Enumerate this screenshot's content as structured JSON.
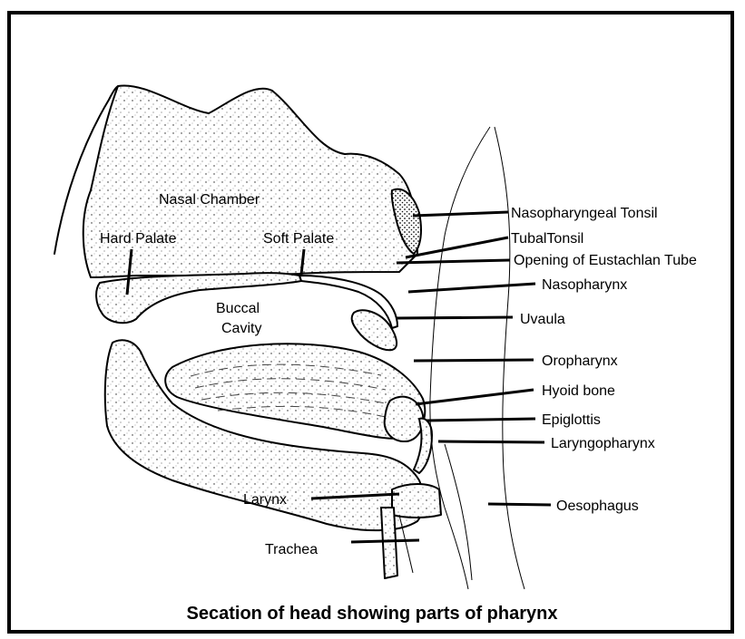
{
  "labels": {
    "nasal_chamber": "Nasal Chamber",
    "hard_palate": "Hard Palate",
    "soft_palate": "Soft Palate",
    "buccal": "Buccal",
    "cavity": "Cavity",
    "larynx": "Larynx",
    "trachea": "Trachea",
    "nasopharyngeal_tonsil": "Nasopharyngeal Tonsil",
    "tubal_tonsil": "TubalTonsil",
    "opening_eustachian": "Opening of Eustachlan Tube",
    "nasopharynx": "Nasopharynx",
    "uvaula": "Uvaula",
    "oropharynx": "Oropharynx",
    "hyoid_bone": "Hyoid bone",
    "epiglottis": "Epiglottis",
    "laryngopharynx": "Laryngopharynx",
    "oesophagus": "Oesophagus"
  },
  "caption": "Secation of head showing parts of pharynx"
}
